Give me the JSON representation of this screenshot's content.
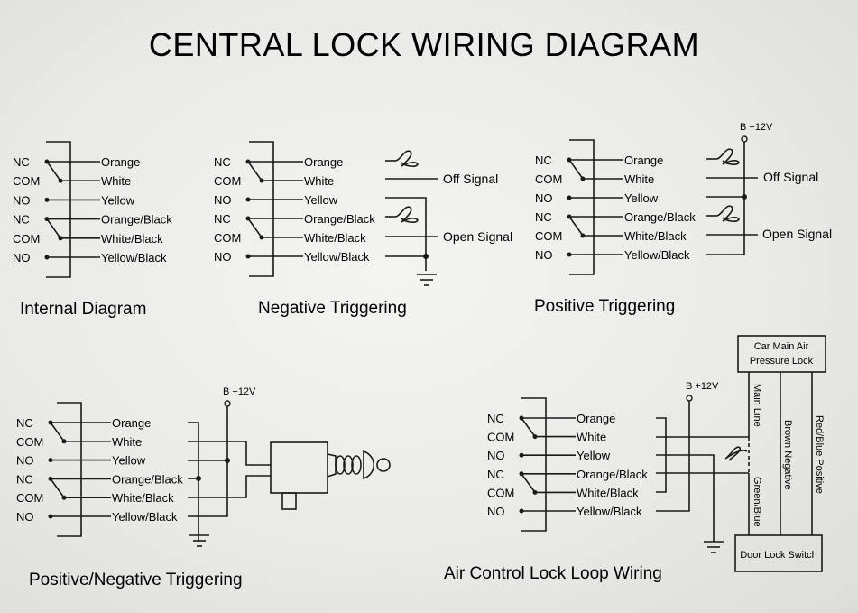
{
  "title": "CENTRAL LOCK WIRING DIAGRAM",
  "pins": [
    "NC",
    "COM",
    "NO",
    "NC",
    "COM",
    "NO"
  ],
  "wires": [
    "Orange",
    "White",
    "Yellow",
    "Orange/Black",
    "White/Black",
    "Yellow/Black"
  ],
  "sections": {
    "internal": {
      "caption": "Internal  Diagram"
    },
    "negative": {
      "caption": "Negative Triggering",
      "off_signal": "Off Signal",
      "open_signal": "Open Signal"
    },
    "positive": {
      "caption": "Positive Triggering",
      "supply": "B +12V",
      "off_signal": "Off Signal",
      "open_signal": "Open Signal"
    },
    "posneg": {
      "caption": "Positive/Negative Triggering",
      "supply": "B +12V"
    },
    "air": {
      "caption": "Air Control Lock Loop Wiring",
      "supply": "B +12V",
      "top_box_line1": "Car Main Air",
      "top_box_line2": "Pressure Lock",
      "bottom_box": "Door Lock Switch",
      "main_line": "Main Line",
      "green_blue": "Green/Blue",
      "brown_negative": "Brown Negative",
      "red_blue_positive": "Red/Blue Positive"
    }
  },
  "icons": {
    "switch": "wire-cut-symbol",
    "ground": "ground-symbol",
    "terminal": "supply-terminal",
    "actuator": "door-lock-actuator"
  }
}
